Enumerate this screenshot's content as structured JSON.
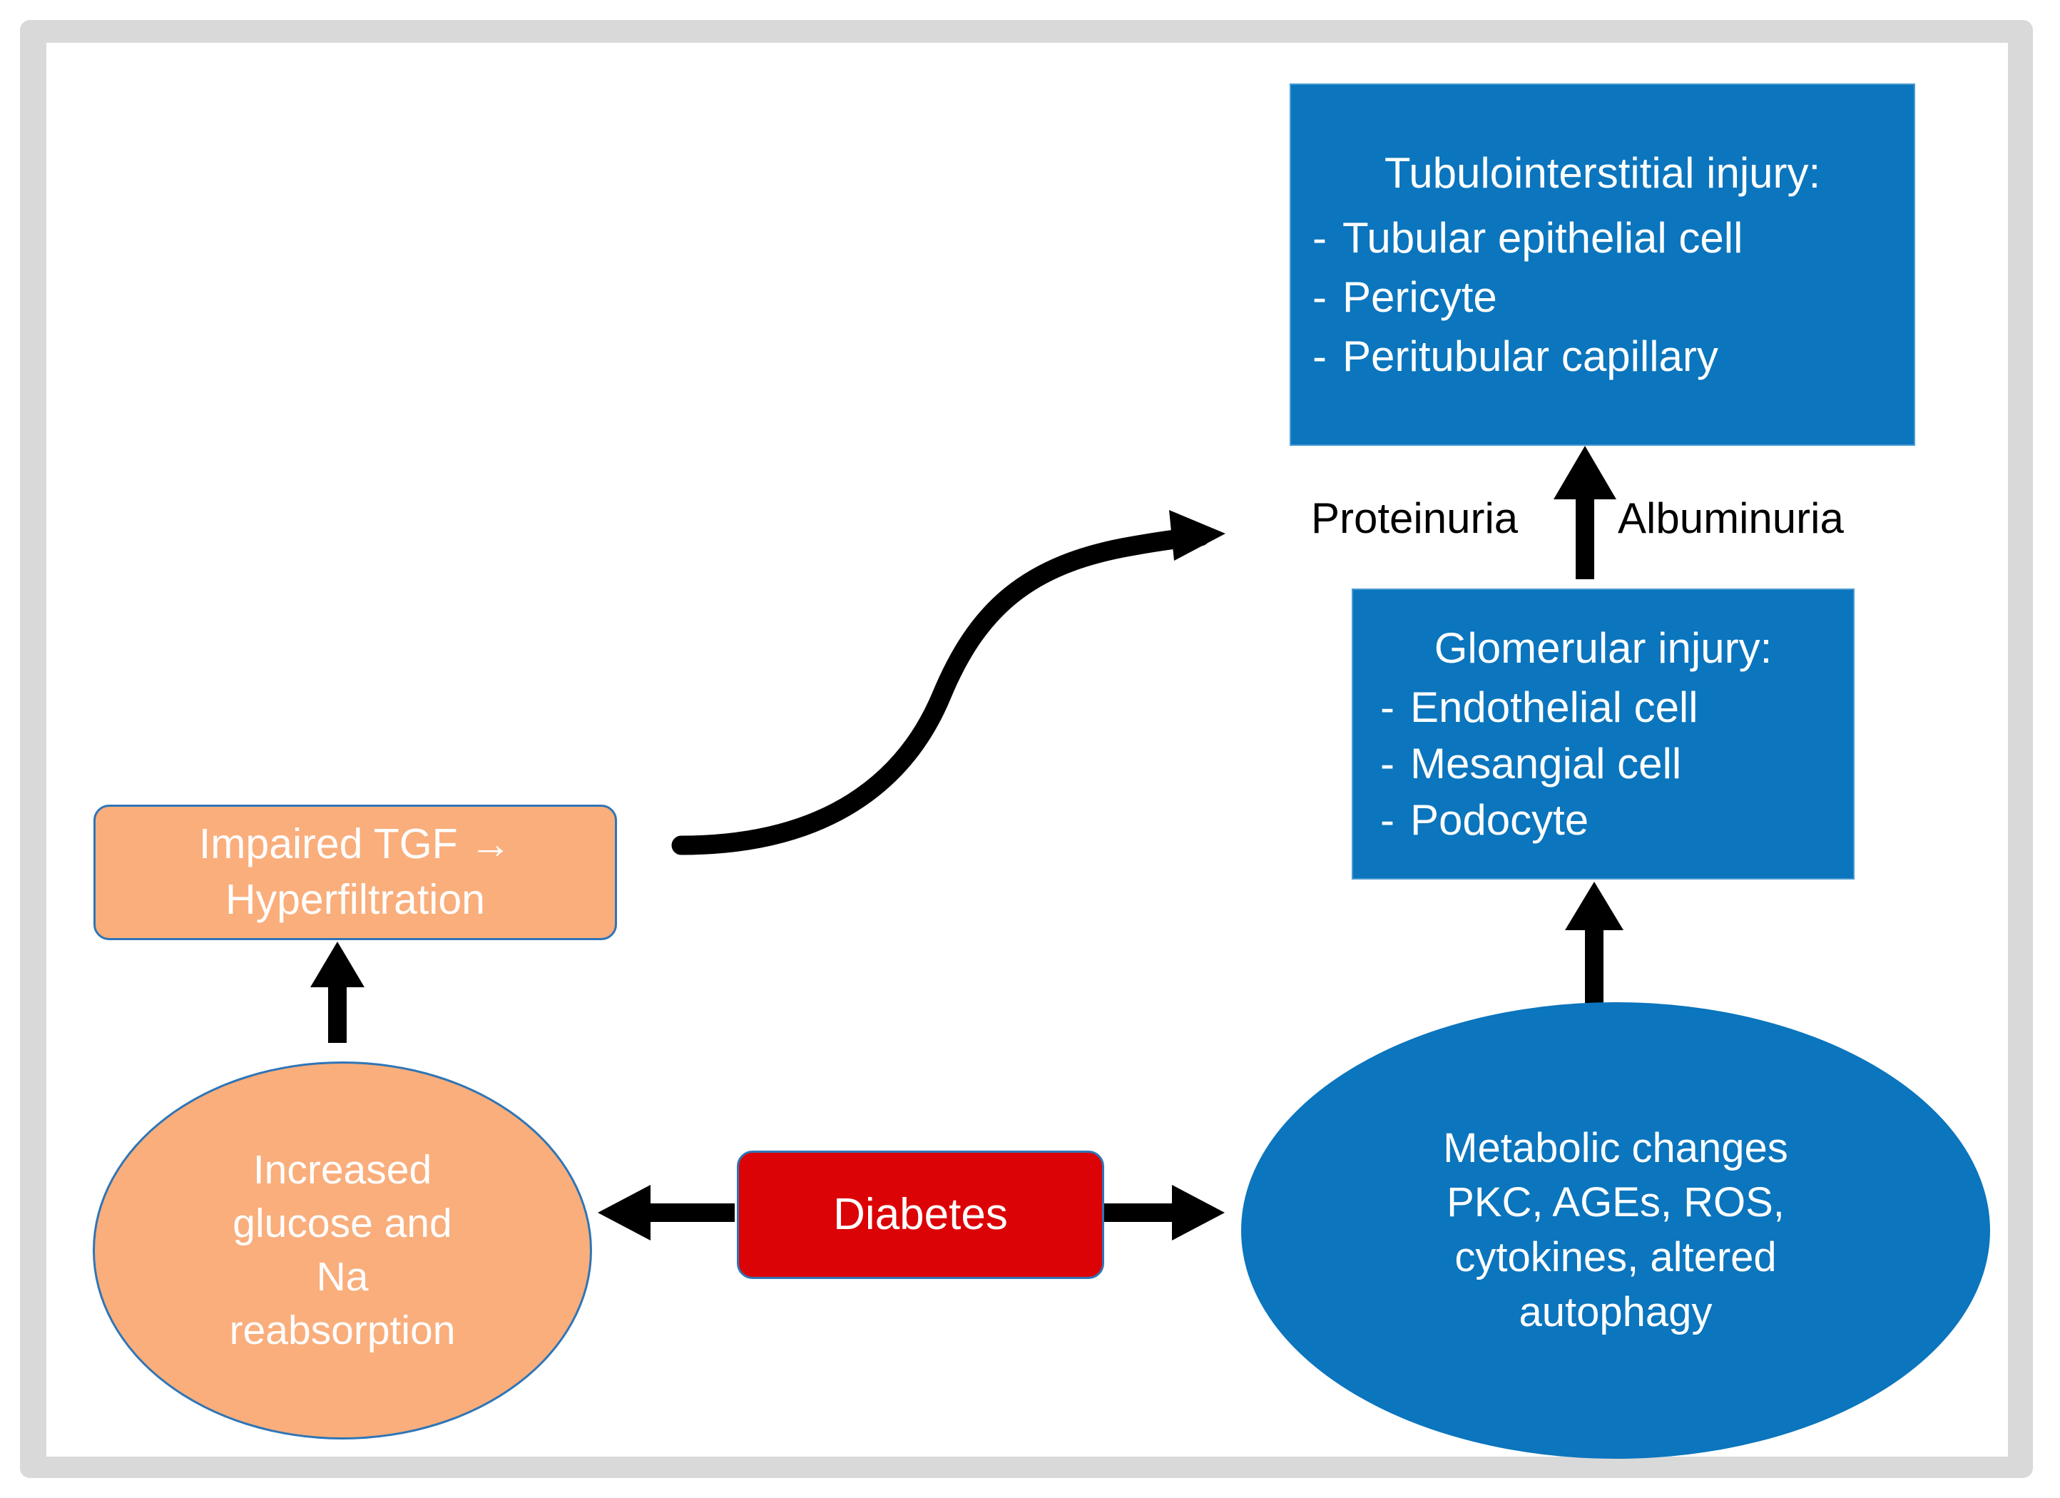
{
  "figure": {
    "type": "flow-diagram",
    "background": "#ffffff",
    "frame_color": "#d9d9d9",
    "colors": {
      "blue": "#0b75bd",
      "orange": "#f9ae7c",
      "red": "#dc0306",
      "border_blue": "#2e75b6",
      "arrow": "#000000",
      "text_on_fill": "#ffffff",
      "text_plain": "#000000"
    }
  },
  "nodes": {
    "tubulointerstitial": {
      "title": "Tubulointerstitial injury:",
      "bullet_char": "-",
      "items": [
        "Tubular epithelial cell",
        "Pericyte",
        "Peritubular capillary"
      ]
    },
    "glomerular": {
      "title": "Glomerular injury:",
      "bullet_char": "-",
      "items": [
        "Endothelial cell",
        "Mesangial cell",
        "Podocyte"
      ]
    },
    "metabolic": {
      "lines": [
        "Metabolic changes",
        "PKC, AGEs, ROS,",
        "cytokines, altered",
        "autophagy"
      ]
    },
    "diabetes": {
      "label": "Diabetes"
    },
    "impaired_tgf": {
      "lines": [
        "Impaired TGF →",
        "Hyperfiltration"
      ]
    },
    "increased_reabsorption": {
      "lines": [
        "Increased",
        "glucose and",
        "Na",
        "reabsorption"
      ]
    }
  },
  "edge_labels": {
    "proteinuria": "Proteinuria",
    "albuminuria": "Albuminuria"
  },
  "edges": [
    {
      "name": "diabetes-to-increased-reabsorption",
      "from": "diabetes",
      "to": "increased_reabsorption",
      "style": "straight-arrow",
      "direction": "left"
    },
    {
      "name": "diabetes-to-metabolic",
      "from": "diabetes",
      "to": "metabolic",
      "style": "straight-arrow",
      "direction": "right"
    },
    {
      "name": "increased-reabsorption-to-impaired-tgf",
      "from": "increased_reabsorption",
      "to": "impaired_tgf",
      "style": "straight-arrow",
      "direction": "up"
    },
    {
      "name": "metabolic-to-glomerular",
      "from": "metabolic",
      "to": "glomerular",
      "style": "straight-arrow",
      "direction": "up"
    },
    {
      "name": "glomerular-to-tubulointerstitial",
      "from": "glomerular",
      "to": "tubulointerstitial",
      "style": "straight-arrow",
      "direction": "up"
    },
    {
      "name": "impaired-tgf-to-tubulointerstitial",
      "from": "impaired_tgf",
      "to": "tubulointerstitial",
      "style": "s-curve-arrow",
      "direction": "right-up"
    }
  ]
}
